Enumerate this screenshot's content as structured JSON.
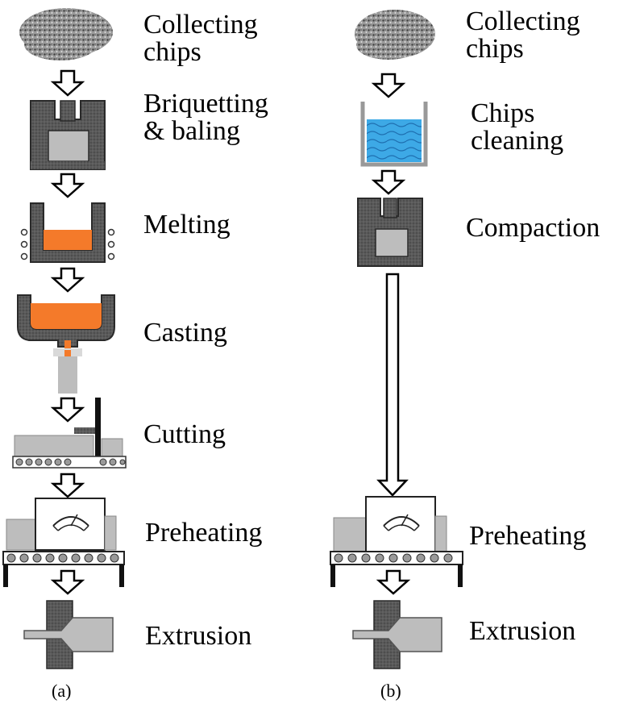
{
  "colors": {
    "die_dark": "#5a5a5a",
    "die_edge": "#2a2a2a",
    "billet_gray": "#bdbdbd",
    "molten": "#f47a2a",
    "water": "#3da9e6",
    "chips": "#7a7a7a"
  },
  "panel_a": {
    "caption": "(a)",
    "steps": [
      {
        "line1": "Collecting",
        "line2": "chips",
        "icon": "chips-pile-icon"
      },
      {
        "line1": "Briquetting",
        "line2": "& baling",
        "icon": "briquetting-press-icon"
      },
      {
        "line1": "Melting",
        "line2": "",
        "icon": "melting-furnace-icon"
      },
      {
        "line1": "Casting",
        "line2": "",
        "icon": "casting-ladle-icon"
      },
      {
        "line1": "Cutting",
        "line2": "",
        "icon": "cutting-saw-icon"
      },
      {
        "line1": "Preheating",
        "line2": "",
        "icon": "preheating-oven-icon"
      },
      {
        "line1": "Extrusion",
        "line2": "",
        "icon": "extrusion-die-icon"
      }
    ]
  },
  "panel_b": {
    "caption": "(b)",
    "steps": [
      {
        "line1": "Collecting",
        "line2": "chips",
        "icon": "chips-pile-icon"
      },
      {
        "line1": "Chips",
        "line2": "cleaning",
        "icon": "cleaning-bath-icon"
      },
      {
        "line1": "Compaction",
        "line2": "",
        "icon": "compaction-press-icon"
      },
      {
        "line1": "Preheating",
        "line2": "",
        "icon": "preheating-oven-icon"
      },
      {
        "line1": "Extrusion",
        "line2": "",
        "icon": "extrusion-die-icon"
      }
    ]
  }
}
